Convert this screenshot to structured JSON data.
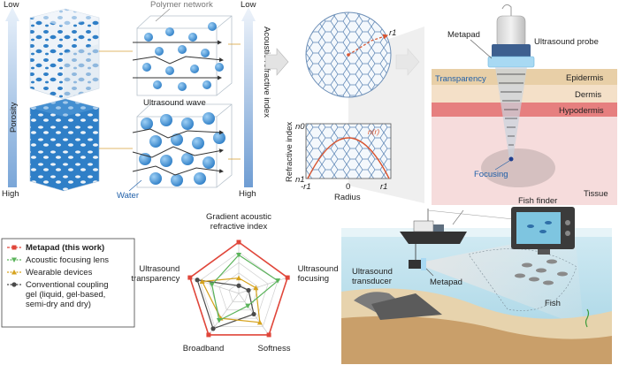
{
  "porosity_panel": {
    "axis_label": "Porosity",
    "top": "Low",
    "bottom": "High",
    "polymer_label": "Polymer network",
    "wave_label": "Ultrasound wave",
    "water_label": "Water"
  },
  "index_panel": {
    "axis_label": "Acoustic refractive index",
    "top": "Low",
    "bottom": "High"
  },
  "profile_panel": {
    "ylabel": "Refractive index",
    "xlabel": "Radius",
    "y_top": "n0",
    "y_bottom": "n1",
    "x_left": "-r1",
    "x_mid": "0",
    "x_right": "r1",
    "curve_label": "n(r)",
    "radius_label": "r1"
  },
  "probe_panel": {
    "metapad": "Metapad",
    "probe": "Ultrasound probe",
    "transparency": "Transparency",
    "epidermis": "Epidermis",
    "dermis": "Dermis",
    "hypodermis": "Hypodermis",
    "focusing": "Focusing",
    "tissue": "Tissue",
    "colors": {
      "epidermis": "#e8cfa7",
      "dermis": "#f4e0c8",
      "hypodermis": "#e67f7f",
      "tissue": "#f6dcdc"
    }
  },
  "legend": {
    "items": [
      {
        "label": "Metapad (this work)",
        "color": "#e0463a",
        "marker": "square"
      },
      {
        "label": "Acoustic focusing lens",
        "color": "#5ab35a",
        "marker": "triangle-down"
      },
      {
        "label": "Wearable devices",
        "color": "#d6a21c",
        "marker": "triangle-up"
      },
      {
        "label": "Conventional coupling gel (liquid, gel-based, semi-dry and dry)",
        "lines": [
          "Conventional coupling",
          "gel (liquid, gel-based,",
          "semi-dry and dry)"
        ],
        "color": "#4a4a4a",
        "marker": "circle"
      }
    ]
  },
  "radar": {
    "axes": [
      {
        "label": "Gradient acoustic refractive index",
        "lines": [
          "Gradient acoustic",
          "refractive index"
        ]
      },
      {
        "label": "Ultrasound focusing",
        "lines": [
          "Ultrasound",
          "focusing"
        ]
      },
      {
        "label": "Softness",
        "lines": [
          "Softness"
        ]
      },
      {
        "label": "Broadband",
        "lines": [
          "Broadband"
        ]
      },
      {
        "label": "Ultrasound transparency",
        "lines": [
          "Ultrasound",
          "transparency"
        ]
      }
    ],
    "series": [
      {
        "name": "Metapad (this work)",
        "values": [
          1.0,
          1.0,
          1.0,
          1.0,
          1.0
        ],
        "color": "#e0463a"
      },
      {
        "name": "Acoustic focusing lens",
        "values": [
          0.75,
          0.8,
          0.3,
          0.65,
          0.55
        ],
        "color": "#5ab35a"
      },
      {
        "name": "Wearable devices",
        "values": [
          0.3,
          0.35,
          0.7,
          0.6,
          0.75
        ],
        "color": "#d6a21c"
      },
      {
        "name": "Conventional coupling gel",
        "values": [
          0.15,
          0.2,
          0.5,
          0.85,
          0.85
        ],
        "color": "#4a4a4a"
      }
    ]
  },
  "fish_scene": {
    "fish_finder": "Fish finder",
    "transducer": "Ultrasound transducer",
    "transducer_lines": [
      "Ultrasound",
      "transducer"
    ],
    "metapad": "Metapad",
    "fish": "Fish"
  }
}
